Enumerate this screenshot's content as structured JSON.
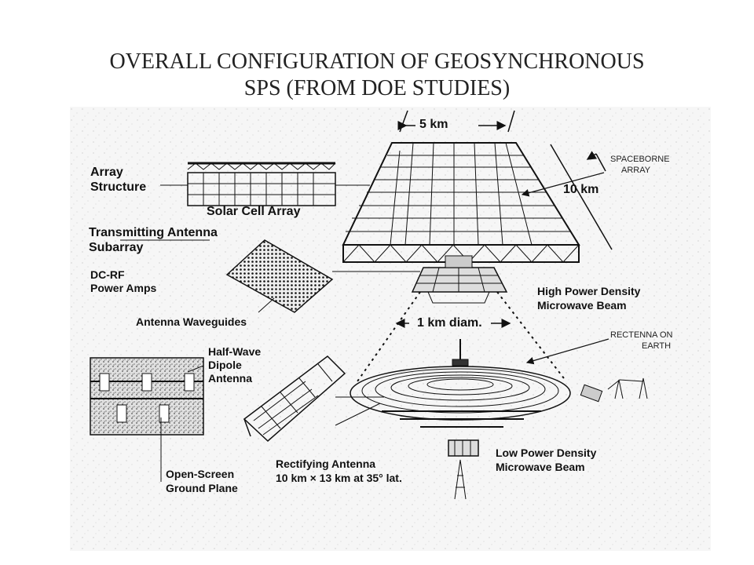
{
  "title": {
    "line1": "OVERALL CONFIGURATION OF GEOSYNCHRONOUS",
    "line2": "SPS (FROM DOE STUDIES)"
  },
  "labels": {
    "width_dim": "5 km",
    "length_dim": "10 km",
    "beam_dim": "1 km diam.",
    "array_structure": [
      "Array",
      "Structure"
    ],
    "solar_cell_array": "Solar Cell Array",
    "transmitting_antenna": [
      "Transmitting Antenna",
      "Subarray"
    ],
    "dc_rf": [
      "DC-RF",
      "Power Amps"
    ],
    "antenna_waveguides": "Antenna Waveguides",
    "high_power_beam": [
      "High Power Density",
      "Microwave Beam"
    ],
    "half_wave_dipole": [
      "Half-Wave",
      "Dipole",
      "Antenna"
    ],
    "rectifying_antenna": [
      "Rectifying Antenna",
      "10 km × 13 km at 35° lat."
    ],
    "low_power_beam": [
      "Low Power Density",
      "Microwave Beam"
    ],
    "open_screen": [
      "Open-Screen",
      "Ground Plane"
    ]
  },
  "annotations": {
    "spaceborne": [
      "SPACEBORNE",
      "ARRAY"
    ],
    "rectenna": [
      "RECTENNA  ON",
      "EARTH"
    ]
  }
}
